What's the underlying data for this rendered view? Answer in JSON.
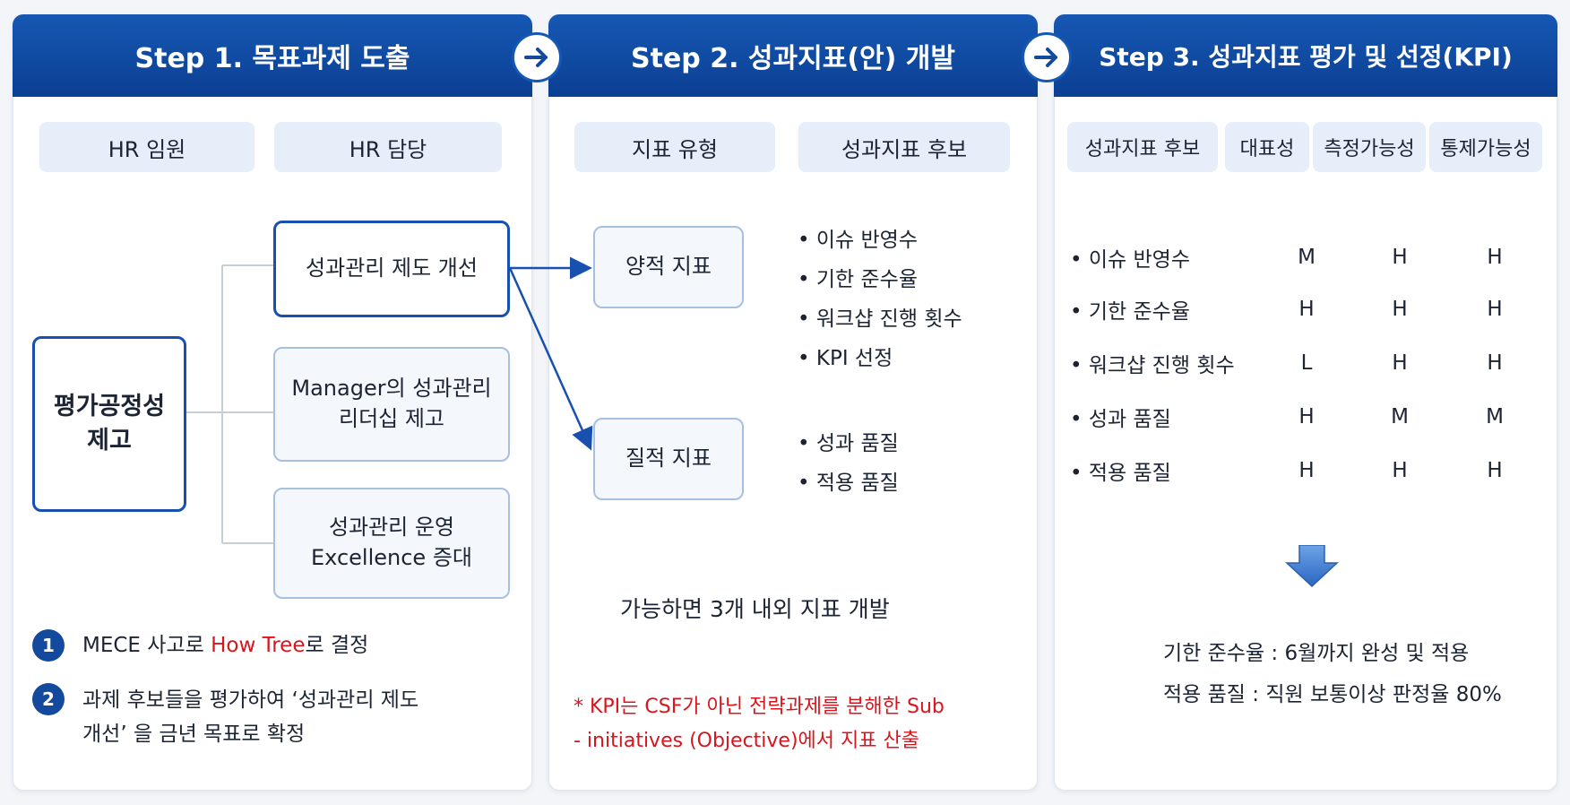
{
  "step1": {
    "title": "Step 1. 목표과제 도출",
    "chips": [
      "HR 임원",
      "HR 담당"
    ],
    "root": "평가공정성\n제고",
    "branches": [
      "성과관리 제도 개선",
      "Manager의 성과관리\n리더십 제고",
      "성과관리 운영\nExcellence 증대"
    ],
    "notes": [
      {
        "num": "1",
        "pre": "MECE 사고로 ",
        "highlight": "How Tree",
        "post": "로 결정"
      },
      {
        "num": "2",
        "text": "과제 후보들을 평가하여 ‘성과관리 제도\n개선’ 을 금년 목표로 확정"
      }
    ]
  },
  "step2": {
    "title": "Step 2. 성과지표(안) 개발",
    "chips": [
      "지표 유형",
      "성과지표 후보"
    ],
    "types": [
      "양적 지표",
      "질적 지표"
    ],
    "quant_items": [
      "이슈 반영수",
      "기한 준수율",
      "워크샵 진행 횟수",
      "KPI 선정"
    ],
    "qual_items": [
      "성과 품질",
      "적용 품질"
    ],
    "note": "가능하면 3개 내외 지표 개발",
    "red_note": "* KPI는 CSF가 아닌 전략과제를 분해한 Sub\n - initiatives (Objective)에서 지표 산출"
  },
  "step3": {
    "title": "Step 3. 성과지표 평가 및 선정(KPI)",
    "headers": [
      "성과지표 후보",
      "대표성",
      "측정가능성",
      "통제가능성"
    ],
    "rows": [
      {
        "label": "이슈 반영수",
        "values": [
          "M",
          "H",
          "H"
        ]
      },
      {
        "label": "기한 준수율",
        "values": [
          "H",
          "H",
          "H"
        ]
      },
      {
        "label": "워크샵 진행 횟수",
        "values": [
          "L",
          "H",
          "H"
        ]
      },
      {
        "label": "성과 품질",
        "values": [
          "H",
          "M",
          "M"
        ]
      },
      {
        "label": "적용 품질",
        "values": [
          "H",
          "H",
          "H"
        ]
      }
    ],
    "results": [
      "기한 준수율 : 6월까지 완성 및 적용",
      "적용 품질 : 직원 보통이상 판정율 80%"
    ]
  },
  "icons": {
    "step_arrow": "arrow-right-icon",
    "down_arrow": "arrow-down-icon"
  },
  "colors": {
    "header": "#1658b4",
    "accent_red": "#d8141c",
    "chip": "#e6eef9"
  }
}
